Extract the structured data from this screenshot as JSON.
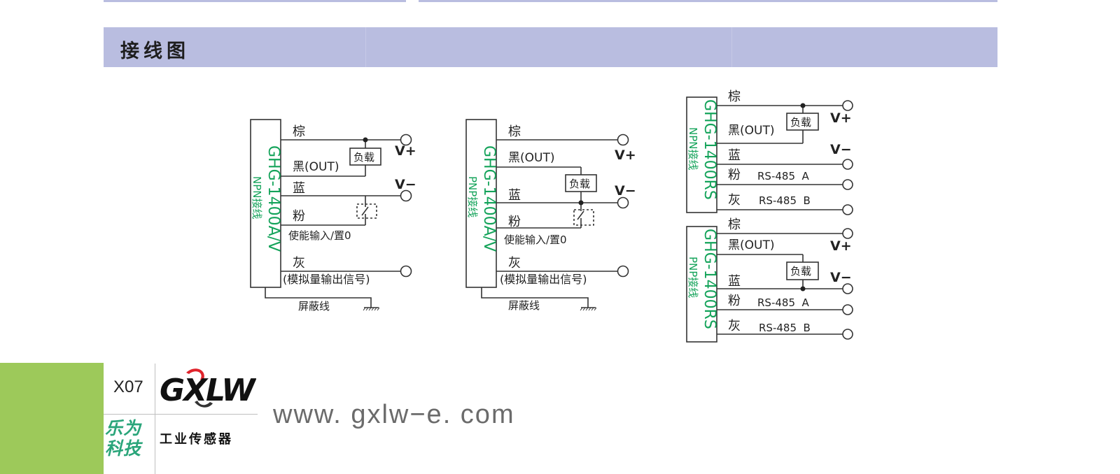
{
  "header": {
    "title": "接线图"
  },
  "colors": {
    "band": "#b9bde0",
    "model_text": "#14a35a",
    "wire": "#333333",
    "footer_green": "#9dc95a",
    "brand_green": "#2aa57a",
    "logo_red": "#e0242c"
  },
  "diagrams": {
    "npn_av": {
      "model": "GHG-1400A/V",
      "wiring_type": "NPN接线",
      "wire_brown": "棕",
      "wire_black": "黑(OUT)",
      "wire_blue": "蓝",
      "wire_pink": "粉",
      "wire_gray": "灰",
      "load": "负载",
      "enable_note": "使能输入/置0",
      "analog_note": "(模拟量输出信号)",
      "shield": "屏蔽线",
      "vplus": "V+",
      "vminus": "V−"
    },
    "pnp_av": {
      "model": "GHG-1400A/V",
      "wiring_type": "PNP接线",
      "wire_brown": "棕",
      "wire_black": "黑(OUT)",
      "wire_blue": "蓝",
      "wire_pink": "粉",
      "wire_gray": "灰",
      "load": "负载",
      "enable_note": "使能输入/置0",
      "analog_note": "(模拟量输出信号)",
      "shield": "屏蔽线",
      "vplus": "V+",
      "vminus": "V−"
    },
    "npn_rs": {
      "model": "GHG-1400RS",
      "wiring_type": "NPN接线",
      "wire_brown": "棕",
      "wire_black": "黑(OUT)",
      "wire_blue": "蓝",
      "wire_pink": "粉",
      "wire_gray": "灰",
      "load": "负载",
      "rs485_a": "RS-485  A",
      "rs485_b": "RS-485  B",
      "vplus": "V+",
      "vminus": "V−"
    },
    "pnp_rs": {
      "model": "GHG-1400RS",
      "wiring_type": "PNP接线",
      "wire_brown": "棕",
      "wire_black": "黑(OUT)",
      "wire_blue": "蓝",
      "wire_pink": "粉",
      "wire_gray": "灰",
      "load": "负载",
      "rs485_a": "RS-485  A",
      "rs485_b": "RS-485  B",
      "vplus": "V+",
      "vminus": "V−"
    }
  },
  "footer": {
    "page_number": "X07",
    "logo_text": "GXLW",
    "brand_cn_line1": "乐为",
    "brand_cn_line2": "科技",
    "tagline": "工业传感器",
    "website": "www. gxlw−e. com"
  }
}
